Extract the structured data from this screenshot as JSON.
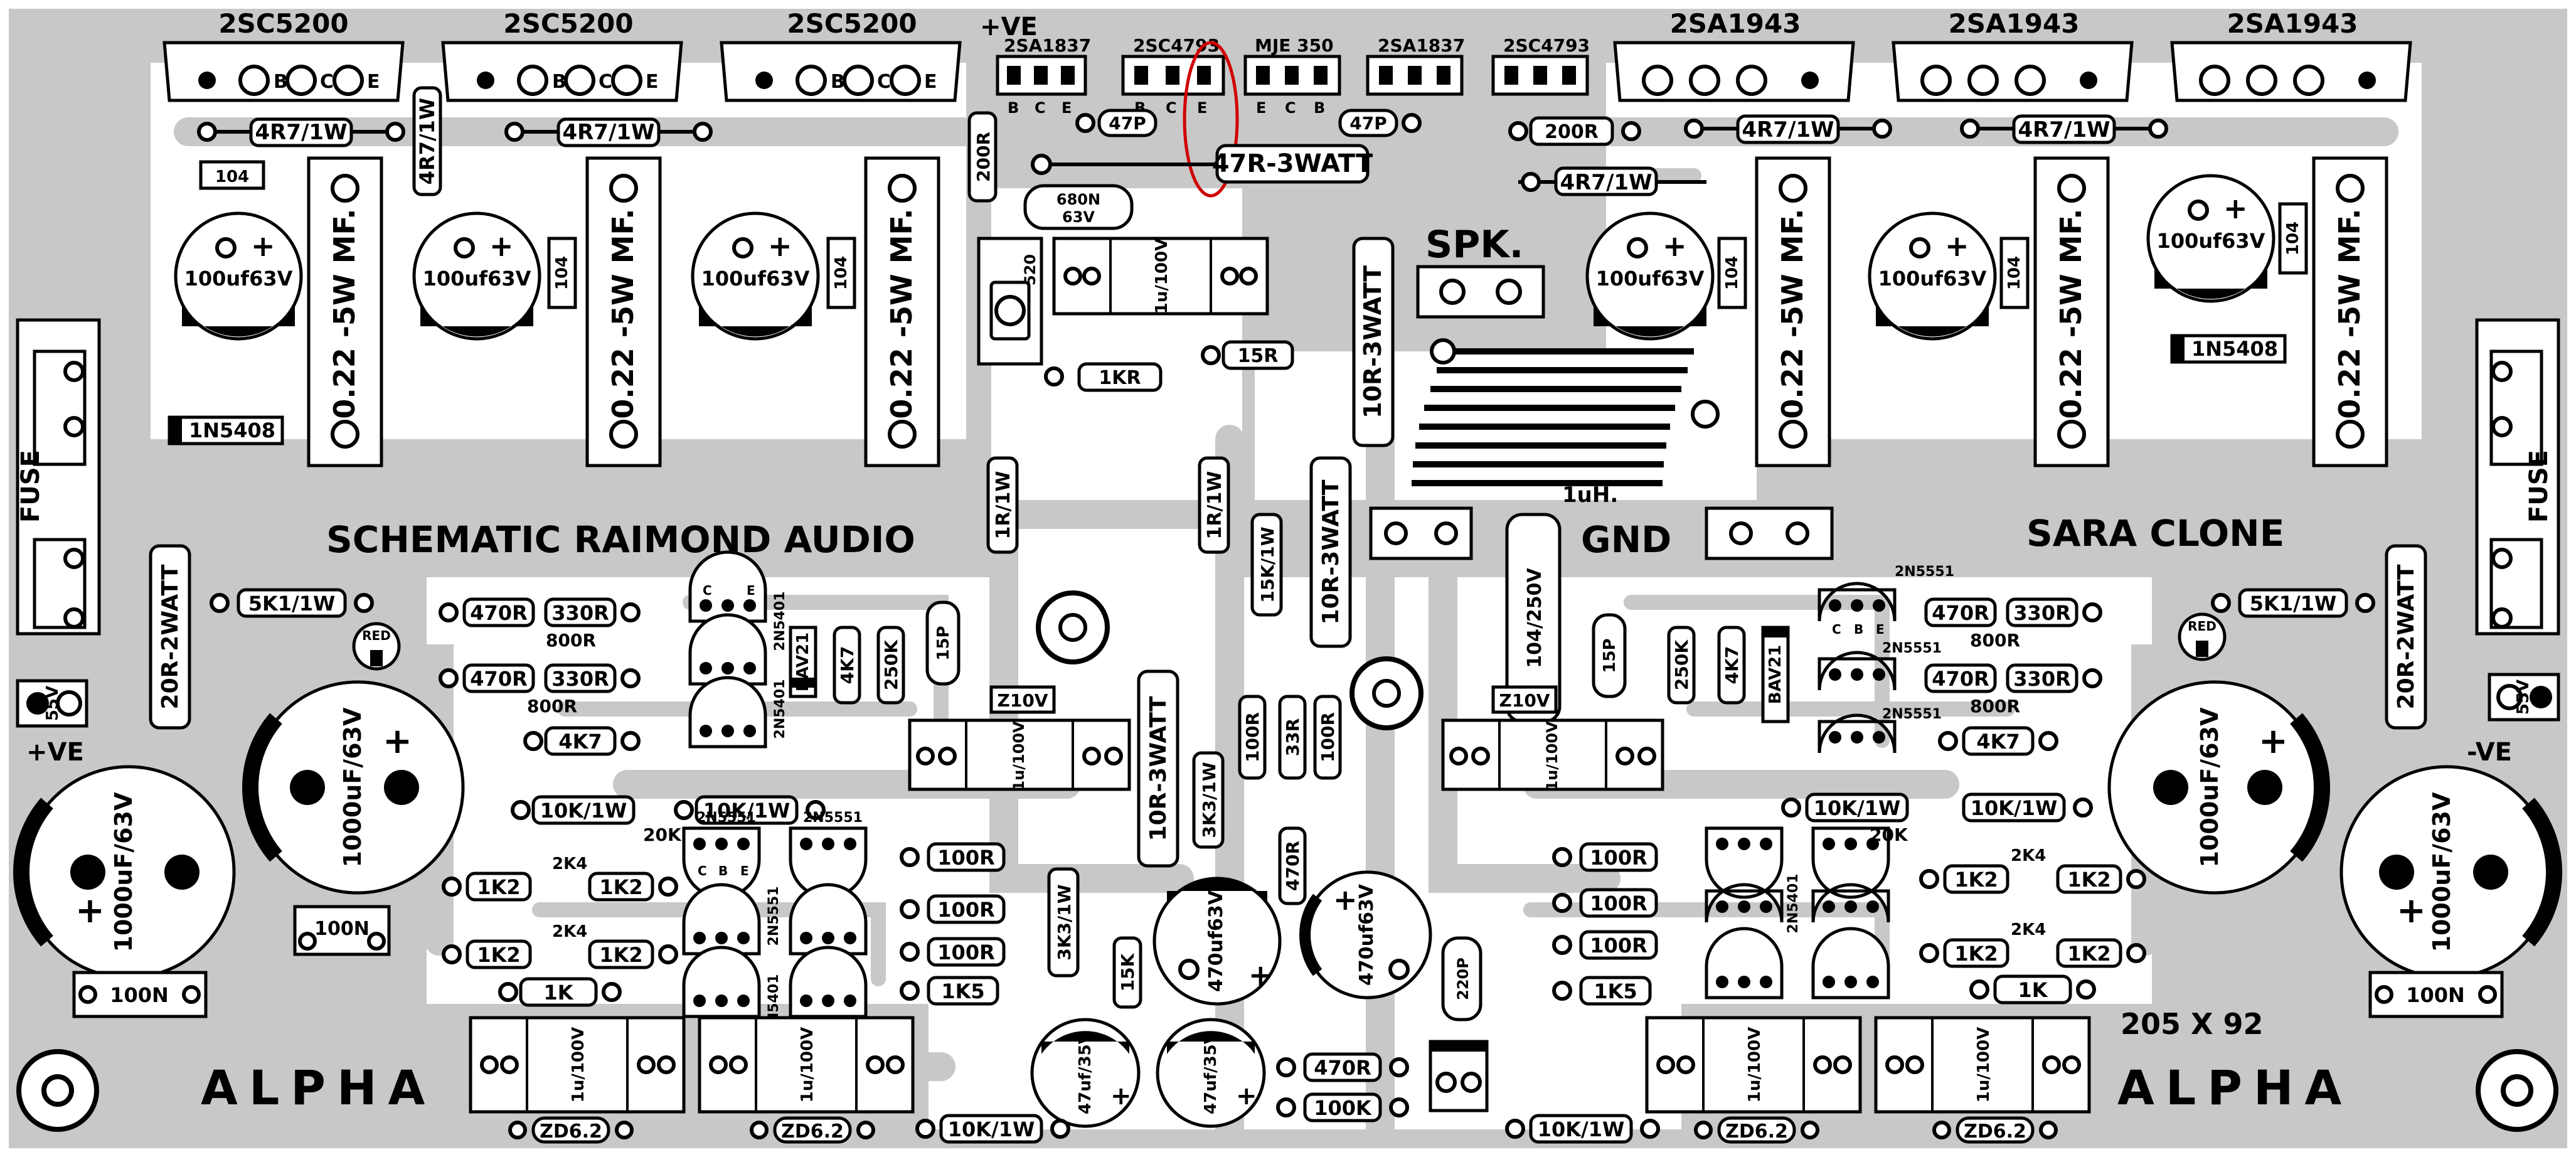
{
  "board": {
    "title_left": "SCHEMATIC RAIMOND AUDIO",
    "title_right": "SARA CLONE",
    "size": "205 X 92",
    "logo": "ALPHA",
    "supply_pos": "+VE",
    "supply_neg": "-VE",
    "supply_top": "+VE",
    "supply_voltage": "55V",
    "fuse": "FUSE",
    "speaker": "SPK.",
    "ground": "GND",
    "inductor": "1uH."
  },
  "colors": {
    "copper": "#c8c8c8",
    "background": "#ffffff",
    "silk": "#000000",
    "highlight": "#d00000"
  },
  "output_transistors": {
    "npn": "2SC5200",
    "pnp": "2SA1943",
    "pins": [
      "B",
      "C",
      "E"
    ]
  },
  "driver_transistors": [
    "2SA1837",
    "2SC4793",
    "MJE 350",
    "2SA1837",
    "2SC4793"
  ],
  "driver_pins": [
    "B",
    "C",
    "E"
  ],
  "driver_pins_mje": [
    "E",
    "C",
    "B"
  ],
  "emitter_resistor": "0.22 -5W MF.",
  "labels": {
    "r4r7_1w": "4R7/1W",
    "r47r_3w": "47R-3WATT",
    "r200": "200R",
    "c47p": "47P",
    "c680n": "680N",
    "c680n_v": "63V",
    "c104": "104",
    "c100uf": "100uf63V",
    "d1n5408": "1N5408",
    "t520": "520",
    "c1u": "1u/100V",
    "r1k": "1KR",
    "r15": "15R",
    "r1r_1w": "1R/1W",
    "r10r_3w": "10R-3WATT",
    "r15k_1w": "15K/1W",
    "r20r_2w": "20R-2WATT",
    "r5k1_1w": "5K1/1W",
    "led": "RED",
    "c1000uf": "1000uF/63V",
    "r470": "470R",
    "r330": "330R",
    "r800": "800R",
    "q2n5551": "2N5551",
    "q2n5401": "2N5401",
    "bav21": "BAV21",
    "r4k7": "4K7",
    "r250k": "250K",
    "c15p": "15P",
    "c104_250": "104/250V",
    "z10v": "Z10V",
    "r100r": "100R",
    "r33r": "33R",
    "r10k_1w": "10K/1W",
    "r20k": "20K",
    "r1k2": "1K2",
    "r2k4": "2K4",
    "r1k0": "1K",
    "r1k5": "1K5",
    "r3k3_1w": "3K3/1W",
    "r15k": "15K",
    "c470uf": "470uf63V",
    "c47uf": "47uf/35V",
    "r470r_b": "470R",
    "r100k": "100K",
    "c220p": "220P",
    "zd62": "ZD6.2",
    "c100n": "100N",
    "pin_c": "C",
    "pin_b": "B",
    "pin_e": "E",
    "plus": "+"
  }
}
